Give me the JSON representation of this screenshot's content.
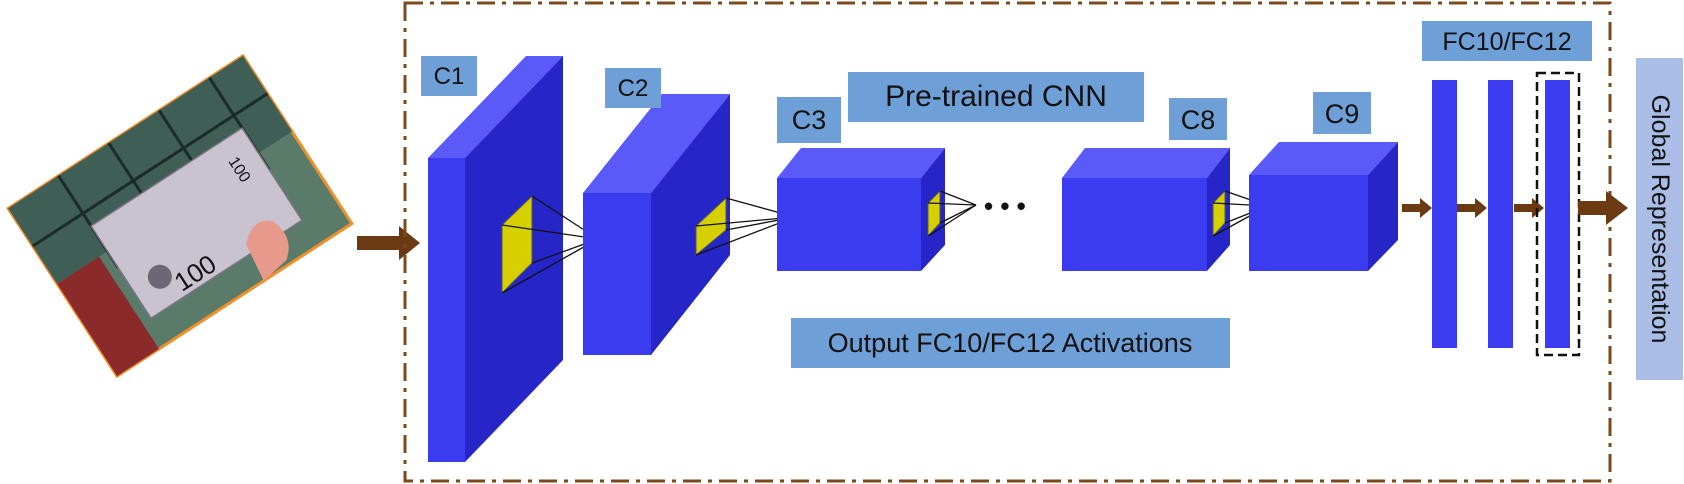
{
  "labels": {
    "c1": "C1",
    "c2": "C2",
    "c3": "C3",
    "c8": "C8",
    "c9": "C9",
    "fc": "FC10/FC12",
    "pretrained": "Pre-trained CNN",
    "output": "Output FC10/FC12 Activations",
    "global": "Global Representation",
    "ellipsis": "• • •"
  },
  "photo": {
    "note_text": "100"
  },
  "colors": {
    "block_front": "#3b3bef",
    "block_top": "#5a5af8",
    "block_side": "#2525c8",
    "kernel": "#d6d000",
    "label_bg": "#6e9fd6",
    "arrow": "#6b3a12",
    "dashed_border": "#7a4a1c",
    "photo_border": "#f0902a",
    "global_bg": "#a9bde6"
  }
}
